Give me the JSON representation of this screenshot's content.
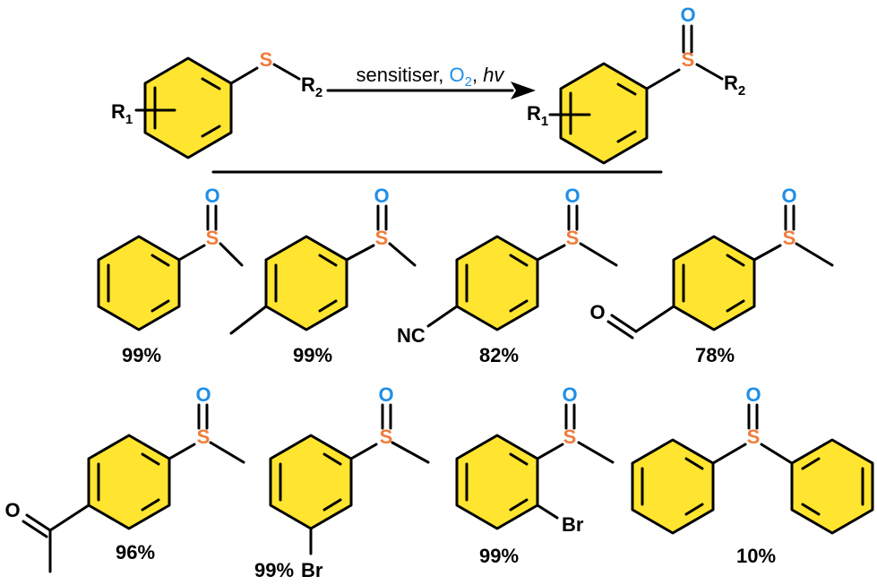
{
  "colors": {
    "ring_fill": "#FFE430",
    "sulfur": "#F07C3A",
    "oxygen": "#1E8FE8",
    "bond": "#000000",
    "background": "#FFFFFF"
  },
  "reaction": {
    "reactant_sulfur": "S",
    "reactant_r1": "R",
    "reactant_r1_sub": "1",
    "reactant_r2": "R",
    "reactant_r2_sub": "2",
    "condition_sensitiser": "sensitiser, ",
    "condition_o2": "O",
    "condition_o2_sub": "2",
    "condition_sep": ", ",
    "condition_hv": "hv",
    "product_sulfur": "S",
    "product_oxygen": "O",
    "product_r1": "R",
    "product_r1_sub": "1",
    "product_r2": "R",
    "product_r2_sub": "2"
  },
  "compounds": [
    {
      "id": "phenyl-methyl-sulfoxide",
      "yield": "99%",
      "sulfur": "S",
      "oxygen": "O"
    },
    {
      "id": "4-methylphenyl-methyl-sulfoxide",
      "yield": "99%",
      "sulfur": "S",
      "oxygen": "O"
    },
    {
      "id": "4-cyanophenyl-methyl-sulfoxide",
      "yield": "82%",
      "sulfur": "S",
      "oxygen": "O",
      "substituent": "NC"
    },
    {
      "id": "4-formylphenyl-methyl-sulfoxide",
      "yield": "78%",
      "sulfur": "S",
      "oxygen": "O",
      "substituent": "O"
    },
    {
      "id": "4-acetylphenyl-methyl-sulfoxide",
      "yield": "96%",
      "sulfur": "S",
      "oxygen": "O",
      "substituent": "O"
    },
    {
      "id": "3-bromophenyl-methyl-sulfoxide",
      "yield": "99%",
      "sulfur": "S",
      "oxygen": "O",
      "substituent": "Br"
    },
    {
      "id": "2-bromophenyl-methyl-sulfoxide",
      "yield": "99%",
      "sulfur": "S",
      "oxygen": "O",
      "substituent": "Br"
    },
    {
      "id": "diphenyl-sulfoxide",
      "yield": "10%",
      "sulfur": "S",
      "oxygen": "O"
    }
  ]
}
